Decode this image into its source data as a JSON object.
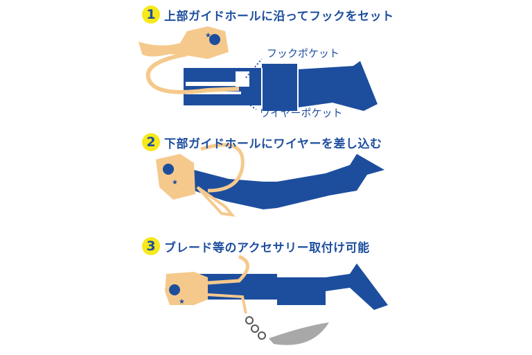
{
  "steps": [
    {
      "number": "1",
      "title": "上部ガイドホールに沿ってフックをセット"
    },
    {
      "number": "2",
      "title": "下部ガイドホールにワイヤーを差し込む"
    },
    {
      "number": "3",
      "title": "ブレード等のアクセサリー取付け可能"
    }
  ],
  "labels": {
    "hook_pocket": "フックポケット",
    "wire_pocket": "ワイヤーポケット"
  },
  "colors": {
    "body": "#1d4e9e",
    "jighead": "#f5c98c",
    "badge": "#f7e81a",
    "blade": "#a8a8a8"
  }
}
